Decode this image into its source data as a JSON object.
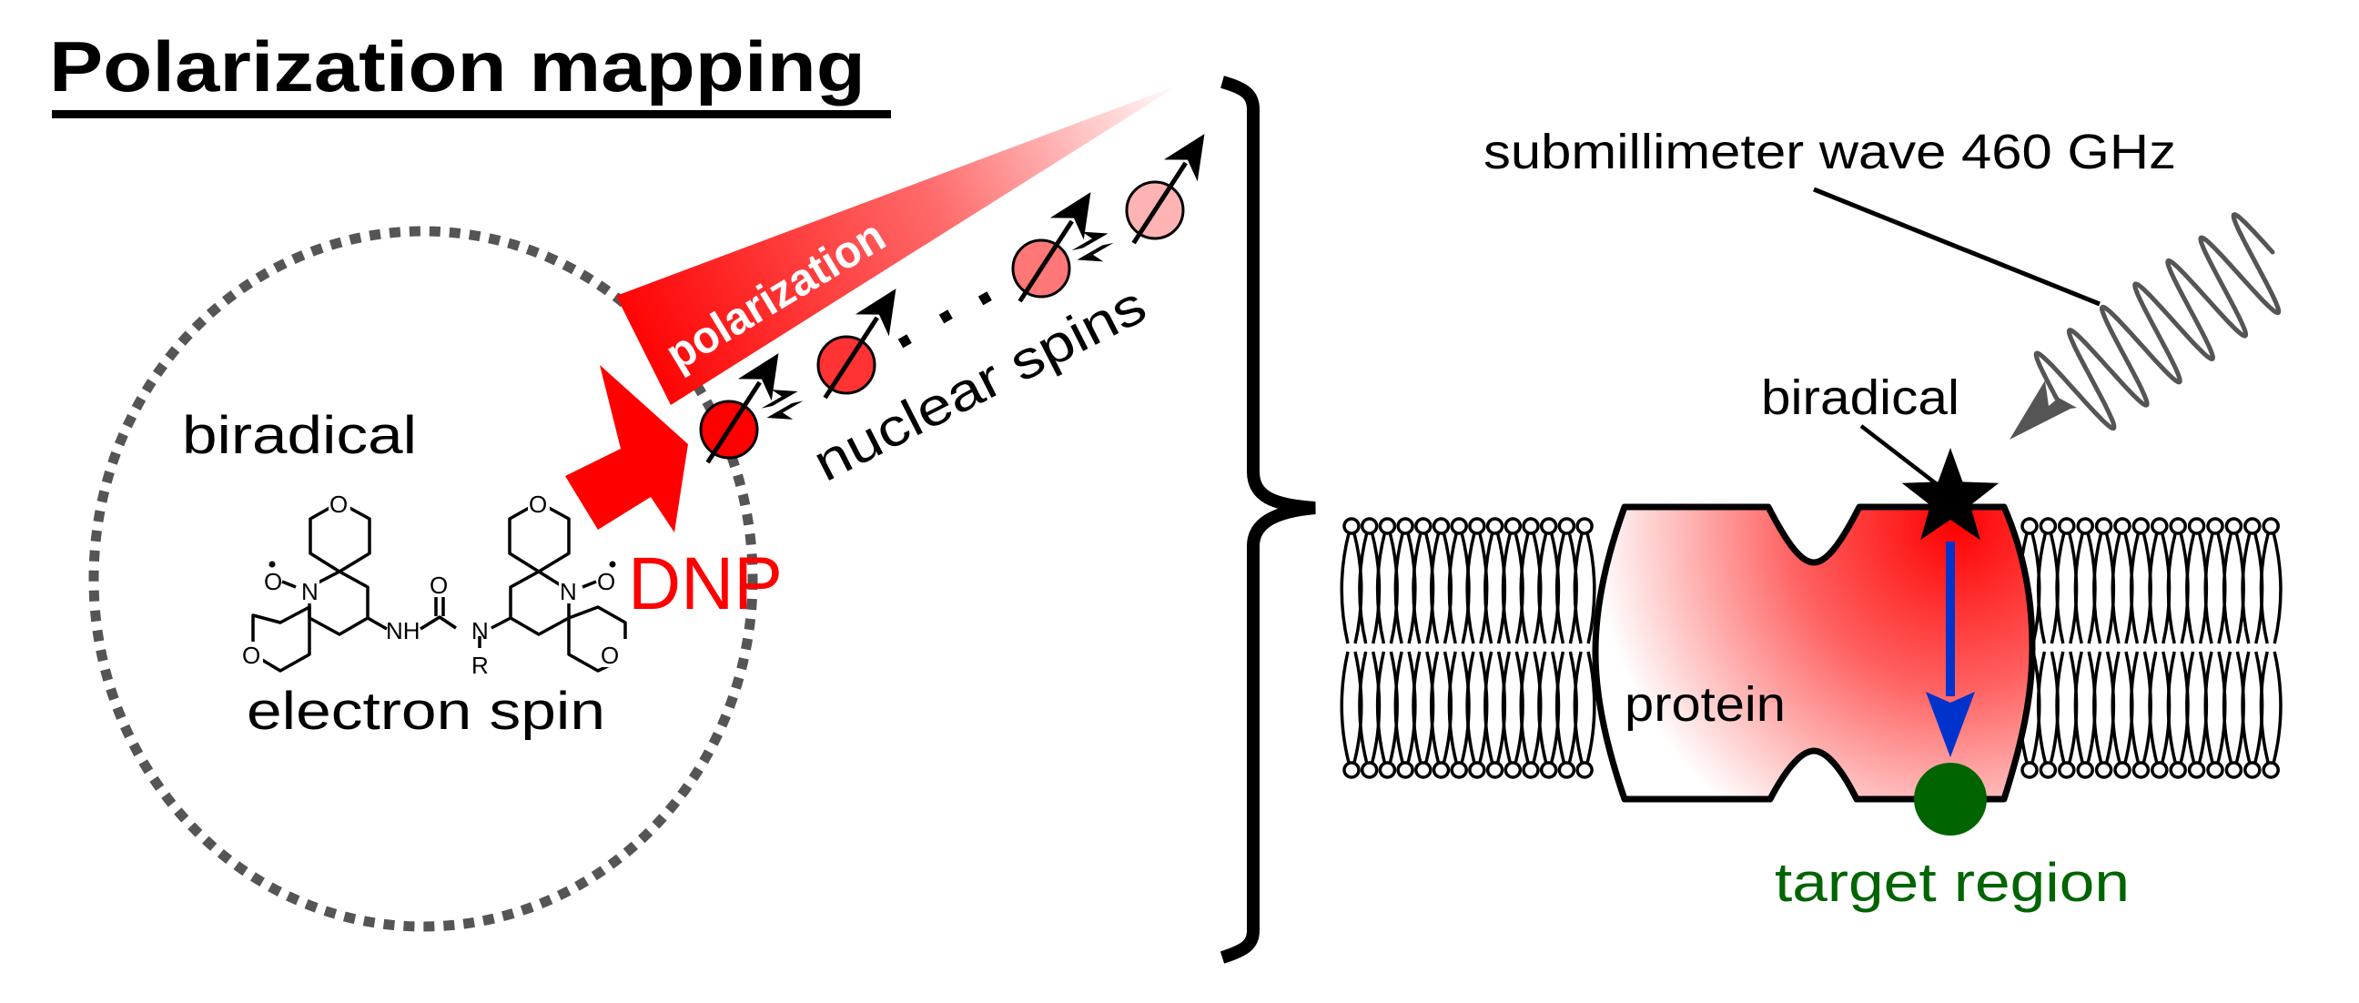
{
  "title": "Polarization mapping",
  "left_panel": {
    "biradical_label": "biradical",
    "electron_spin_label": "electron spin",
    "dnp_label": "DNP",
    "polarization_label": "polarization",
    "nuclear_spins_label": "nuclear spins",
    "molecule": {
      "atoms": {
        "o_top_left": "O",
        "o_top_right": "O",
        "o_bottom_left": "O",
        "o_bottom_right": "O",
        "n_left": "N",
        "n_right": "N",
        "o_radical_left": "O",
        "o_radical_right": "O",
        "nh": "NH",
        "carbonyl_o": "O",
        "n_amide": "N",
        "r_group": "R"
      }
    },
    "nuclear_spins": [
      {
        "index": 1,
        "color": "#ff0000"
      },
      {
        "index": 2,
        "color": "#ff3333"
      },
      {
        "index": 3,
        "color": "#ff7777"
      },
      {
        "index": 4,
        "color": "#ffb3b3"
      }
    ]
  },
  "right_panel": {
    "wave_label": "submillimeter wave 460 GHz",
    "biradical_label": "biradical",
    "protein_label": "protein",
    "target_label": "target region",
    "lipids_per_leaflet_each_side": 14
  },
  "colors": {
    "dnp_red": "#ff0000",
    "dashed_circle": "#555555",
    "wave": "#555555",
    "arrow_blue": "#0033cc",
    "target_green": "#006400"
  }
}
